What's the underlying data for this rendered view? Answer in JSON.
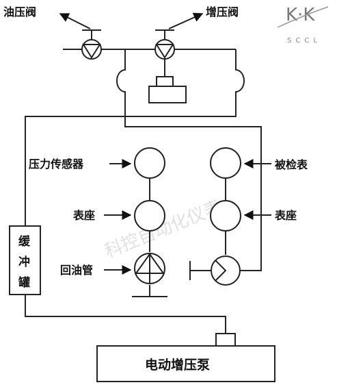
{
  "labels": {
    "oil_valve": "油压阀",
    "boost_valve": "增压阀",
    "pressure_sensor": "压力传感器",
    "gauge_under_test": "被检表",
    "seat_left": "表座",
    "seat_right": "表座",
    "return_pipe": "回油管",
    "buffer_tank": [
      "缓",
      "冲",
      "罐"
    ],
    "pump": "电动增压泵"
  },
  "logo": {
    "mark": "K·K",
    "text": "SCCL",
    "color": "#777777"
  },
  "watermark": "科控自动化仪表",
  "colors": {
    "line": "#222222",
    "background": "#ffffff"
  }
}
